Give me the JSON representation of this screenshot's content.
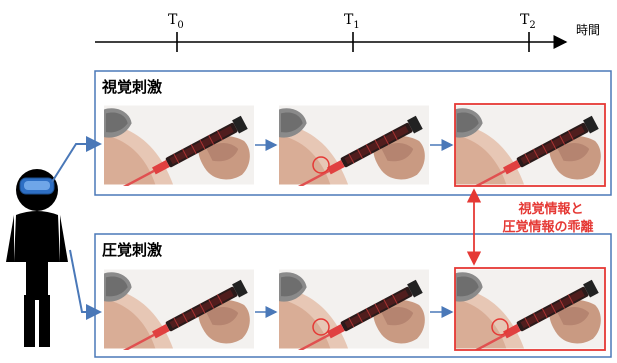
{
  "timeline": {
    "t0_base": "T",
    "t0_sub": "0",
    "t1_base": "T",
    "t1_sub": "1",
    "t2_base": "T",
    "t2_sub": "2",
    "axis_label": "時間"
  },
  "panels": {
    "visual": {
      "title": "視覚刺激"
    },
    "pressure": {
      "title": "圧覚刺激"
    }
  },
  "mismatch": {
    "line1": "視覚情報と",
    "line2": "圧覚情報の乖離"
  },
  "colors": {
    "accent_blue": "#4a78b8",
    "highlight_red": "#e53935",
    "person": "#000000"
  },
  "icons": {
    "person": "person-with-vr-headset-icon",
    "syringe_scene": "syringe-on-arm-icon"
  }
}
